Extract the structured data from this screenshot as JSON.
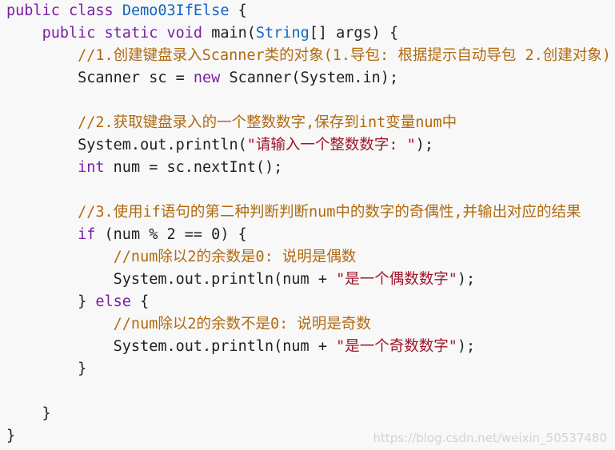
{
  "code": {
    "lines": [
      [
        {
          "t": "public",
          "c": "kw"
        },
        {
          "t": " "
        },
        {
          "t": "class",
          "c": "kw"
        },
        {
          "t": " "
        },
        {
          "t": "Demo03IfElse",
          "c": "ty"
        },
        {
          "t": " {"
        }
      ],
      [
        {
          "t": "    "
        },
        {
          "t": "public",
          "c": "kw"
        },
        {
          "t": " "
        },
        {
          "t": "static",
          "c": "kw"
        },
        {
          "t": " "
        },
        {
          "t": "void",
          "c": "kw"
        },
        {
          "t": " main("
        },
        {
          "t": "String",
          "c": "ty"
        },
        {
          "t": "[] args) {"
        }
      ],
      [
        {
          "t": "        "
        },
        {
          "t": "//1.创建键盘录入Scanner类的对象(1.导包: 根据提示自动导包 2.创建对象)",
          "c": "com"
        }
      ],
      [
        {
          "t": "        Scanner sc = "
        },
        {
          "t": "new",
          "c": "kw"
        },
        {
          "t": " Scanner(System.in);"
        }
      ],
      [],
      [
        {
          "t": "        "
        },
        {
          "t": "//2.获取键盘录入的一个整数数字,保存到int变量num中",
          "c": "com"
        }
      ],
      [
        {
          "t": "        System.out.println("
        },
        {
          "t": "\"请输入一个整数数字: \"",
          "c": "str"
        },
        {
          "t": ");"
        }
      ],
      [
        {
          "t": "        "
        },
        {
          "t": "int",
          "c": "kw"
        },
        {
          "t": " num = sc.nextInt();"
        }
      ],
      [],
      [
        {
          "t": "        "
        },
        {
          "t": "//3.使用if语句的第二种判断判断num中的数字的奇偶性,并输出对应的结果",
          "c": "com"
        }
      ],
      [
        {
          "t": "        "
        },
        {
          "t": "if",
          "c": "kw"
        },
        {
          "t": " (num % 2 == 0) {"
        }
      ],
      [
        {
          "t": "            "
        },
        {
          "t": "//num除以2的余数是0: 说明是偶数",
          "c": "com"
        }
      ],
      [
        {
          "t": "            System.out.println(num + "
        },
        {
          "t": "\"是一个偶数数字\"",
          "c": "str"
        },
        {
          "t": ");"
        }
      ],
      [
        {
          "t": "        } "
        },
        {
          "t": "else",
          "c": "kw"
        },
        {
          "t": " {"
        }
      ],
      [
        {
          "t": "            "
        },
        {
          "t": "//num除以2的余数不是0: 说明是奇数",
          "c": "com"
        }
      ],
      [
        {
          "t": "            System.out.println(num + "
        },
        {
          "t": "\"是一个奇数数字\"",
          "c": "str"
        },
        {
          "t": ");"
        }
      ],
      [
        {
          "t": "        }"
        }
      ],
      [],
      [
        {
          "t": "    }"
        }
      ],
      [
        {
          "t": "}"
        }
      ]
    ]
  },
  "watermark": "https://blog.csdn.net/weixin_50537480",
  "colors": {
    "background": "#f8f8f8",
    "keyword": "#7b1fa2",
    "type": "#1565c0",
    "string": "#a0152a",
    "comment": "#b06a10",
    "text": "#1f1f1f"
  }
}
